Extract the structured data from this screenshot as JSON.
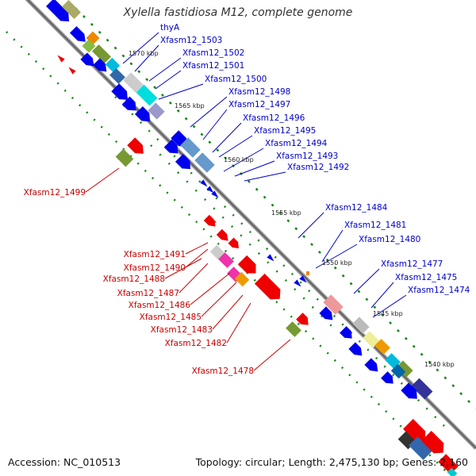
{
  "title": "Xylella fastidiosa M12, complete genome",
  "accession": "Accession: NC_010513",
  "topology": "Topology: circular; Length: 2,475,130 bp; Genes: 2,160",
  "colors": {
    "forward_label": "#0000cc",
    "reverse_label": "#cc0000",
    "backbone": "#888888",
    "gene_blue": "#0000ee",
    "gene_red": "#ee0000",
    "dot_green": "#118811"
  },
  "ticks": [
    {
      "label": "1570 kbp"
    },
    {
      "label": "1565 kbp"
    },
    {
      "label": "1560 kbp"
    },
    {
      "label": "1555 kbp"
    },
    {
      "label": "1550 kbp"
    },
    {
      "label": "1545 kbp"
    },
    {
      "label": "1540 kbp"
    }
  ],
  "forward_genes": [
    {
      "label": "thyA"
    },
    {
      "label": "Xfasm12_1503"
    },
    {
      "label": "Xfasm12_1502"
    },
    {
      "label": "Xfasm12_1501"
    },
    {
      "label": "Xfasm12_1500"
    },
    {
      "label": "Xfasm12_1498"
    },
    {
      "label": "Xfasm12_1497"
    },
    {
      "label": "Xfasm12_1496"
    },
    {
      "label": "Xfasm12_1495"
    },
    {
      "label": "Xfasm12_1494"
    },
    {
      "label": "Xfasm12_1493"
    },
    {
      "label": "Xfasm12_1492"
    },
    {
      "label": "Xfasm12_1484"
    },
    {
      "label": "Xfasm12_1481"
    },
    {
      "label": "Xfasm12_1480"
    },
    {
      "label": "Xfasm12_1477"
    },
    {
      "label": "Xfasm12_1475"
    },
    {
      "label": "Xfasm12_1474"
    }
  ],
  "reverse_genes": [
    {
      "label": "Xfasm12_1499"
    },
    {
      "label": "Xfasm12_1491"
    },
    {
      "label": "Xfasm12_1490"
    },
    {
      "label": "Xfasm12_1488"
    },
    {
      "label": "Xfasm12_1487"
    },
    {
      "label": "Xfasm12_1486"
    },
    {
      "label": "Xfasm12_1485"
    },
    {
      "label": "Xfasm12_1483"
    },
    {
      "label": "Xfasm12_1482"
    },
    {
      "label": "Xfasm12_1478"
    }
  ]
}
